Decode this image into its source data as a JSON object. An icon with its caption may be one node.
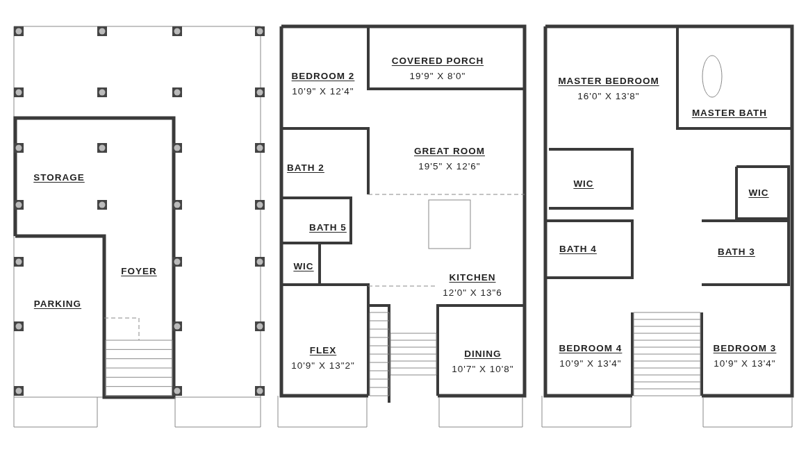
{
  "diagram": {
    "nodes": [
      {
        "text": [
          "STORAGE"
        ]
      },
      {
        "text": [
          "PARKING"
        ]
      },
      {
        "text": [
          "FOYER"
        ]
      },
      {
        "text": [
          "BEDROOM 2",
          "10'9\" X 12'4\""
        ]
      },
      {
        "text": [
          "COVERED PORCH",
          "19'9\" X 8'0\""
        ]
      },
      {
        "text": [
          "GREAT ROOM",
          "19'5\" X 12'6\""
        ]
      },
      {
        "text": [
          "BATH 2"
        ]
      },
      {
        "text": [
          "BATH 5"
        ]
      },
      {
        "text": [
          "WIC"
        ]
      },
      {
        "text": [
          "KITCHEN",
          "12'0\" X 13\"6"
        ]
      },
      {
        "text": [
          "FLEX",
          "10'9\" X 13\"2\""
        ]
      },
      {
        "text": [
          "DINING",
          "10'7\" X 10'8\""
        ]
      },
      {
        "text": [
          "MASTER BEDROOM",
          "16'0\" X 13'8\""
        ]
      },
      {
        "text": [
          "MASTER BATH"
        ]
      },
      {
        "text": [
          "WIC"
        ]
      },
      {
        "text": [
          "WIC"
        ]
      },
      {
        "text": [
          "BATH 4"
        ]
      },
      {
        "text": [
          "BATH 3"
        ]
      },
      {
        "text": [
          "BEDROOM 4",
          "10'9\" X 13'4\""
        ]
      },
      {
        "text": [
          "BEDROOM 3",
          "10'9\" X 13'4\""
        ]
      }
    ]
  }
}
